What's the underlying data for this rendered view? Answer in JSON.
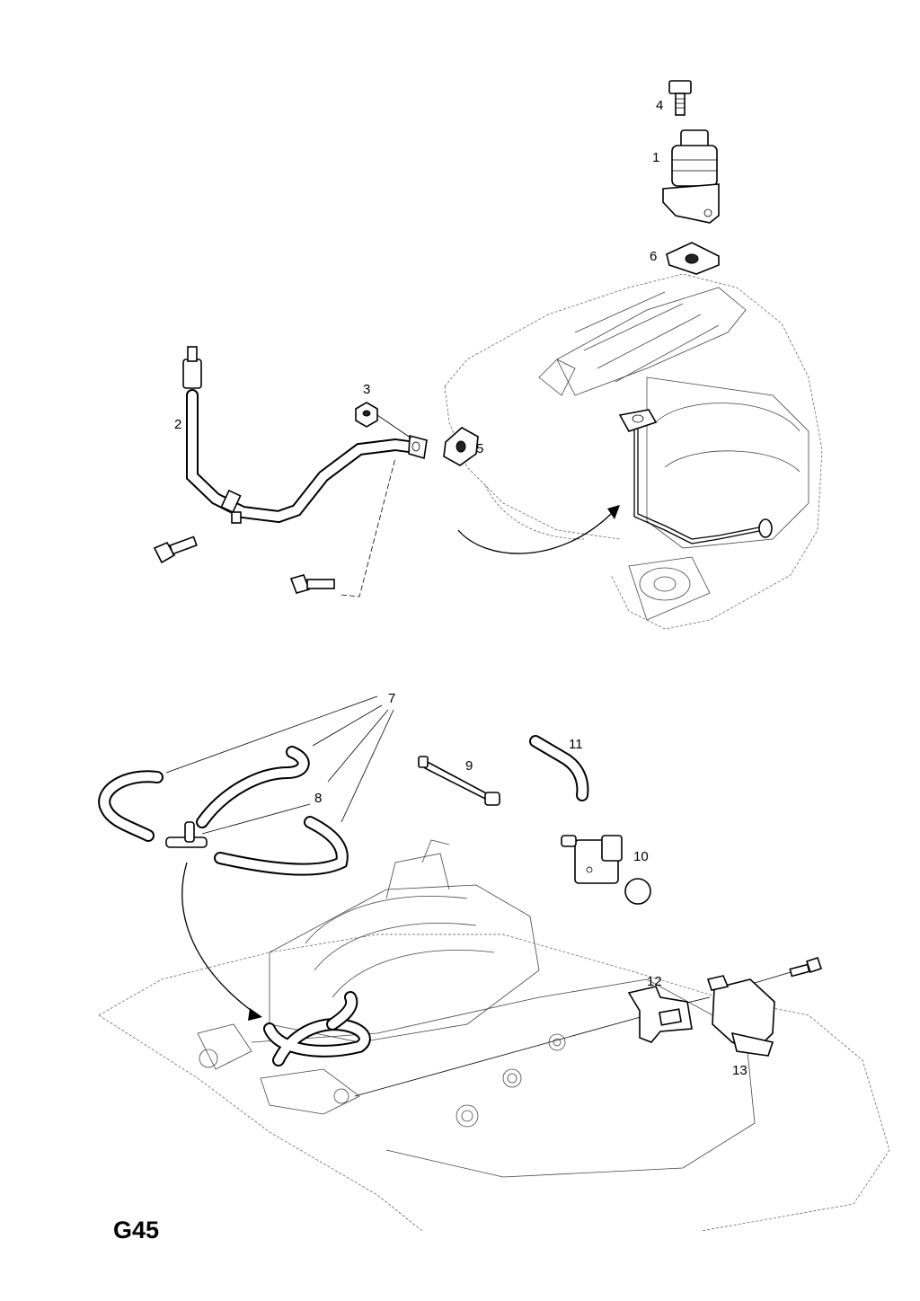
{
  "diagram_code": "G45",
  "callouts": {
    "c1": "1",
    "c2": "2",
    "c3": "3",
    "c4": "4",
    "c5": "5",
    "c6": "6",
    "c7": "7",
    "c8": "8",
    "c9": "9",
    "c10": "10",
    "c11": "11",
    "c12": "12",
    "c13": "13"
  }
}
